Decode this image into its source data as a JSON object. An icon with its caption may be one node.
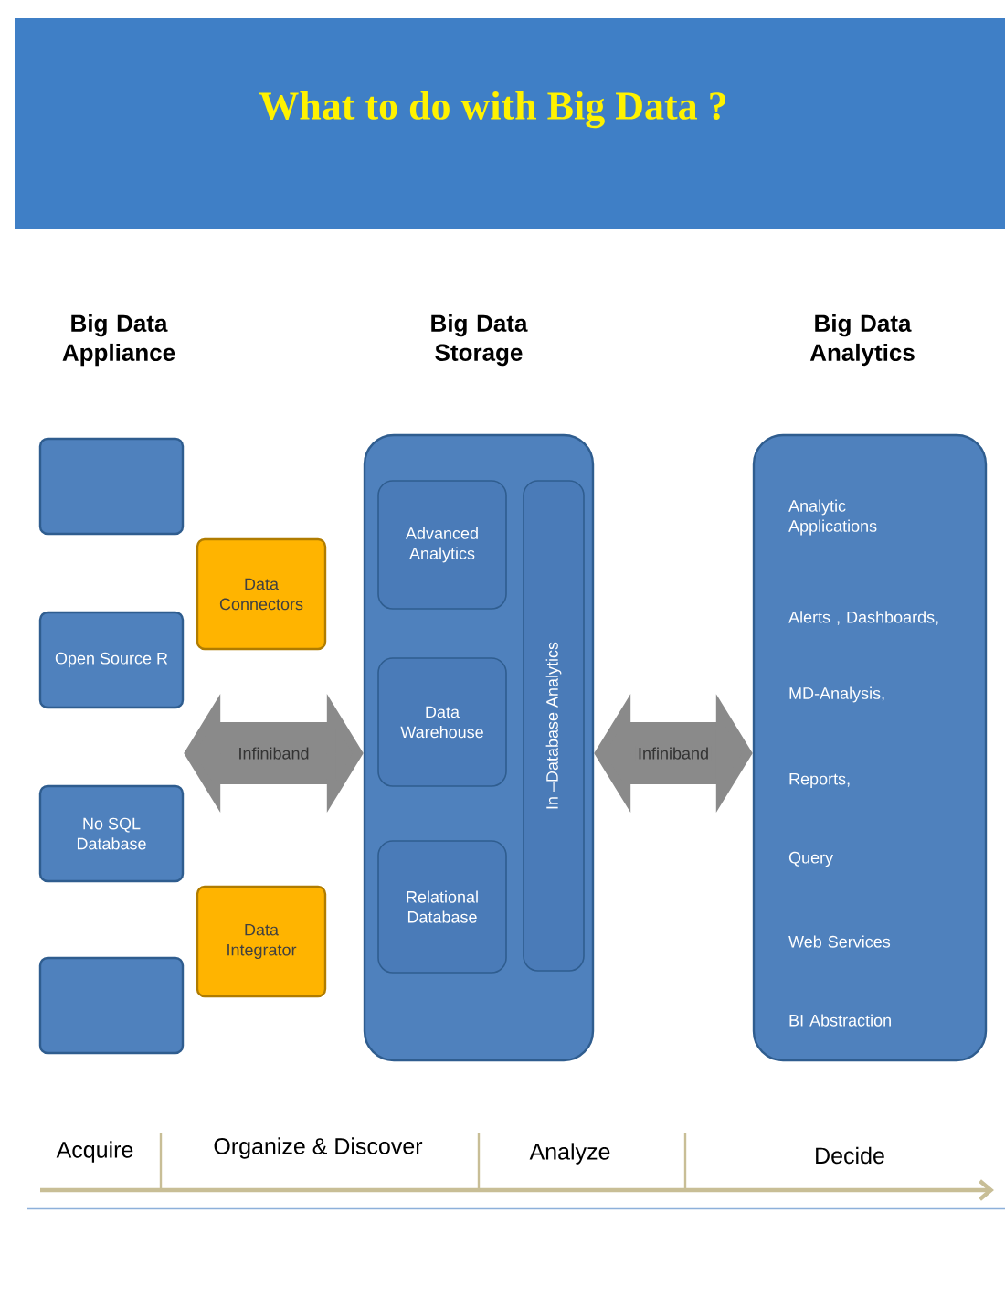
{
  "diagram": {
    "title": "What to do with Big Data ?",
    "nodes": [
      {
        "text": [],
        "shape": "box"
      },
      {
        "text": [
          "Open Source R"
        ]
      },
      {
        "text": [
          "No SQL Database"
        ]
      },
      {
        "text": [],
        "shape": "box"
      },
      {
        "text": [
          "Data Connectors"
        ]
      },
      {
        "text": [
          "Data Integrator"
        ]
      },
      {
        "text": [
          "Big Data Storage"
        ]
      },
      {
        "text": [
          "Advanced Analytics"
        ],
        "in": 6
      },
      {
        "text": [
          "Data Warehouse"
        ],
        "in": 6
      },
      {
        "text": [
          "Relational Database"
        ],
        "in": 6
      },
      {
        "text": [
          "In –Database Analytics"
        ],
        "in": 6
      },
      {
        "text": [
          "Big Data Analytics",
          "Analytic Applications",
          "Alerts , Dashboards,",
          "MD-Analysis,",
          "Reports,",
          "Query",
          "Web Services",
          "BI Abstraction"
        ]
      }
    ],
    "edges": [
      {
        "from": 1,
        "to": 6,
        "arrow": "both",
        "label": "Infiniband"
      },
      {
        "from": 6,
        "to": 11,
        "arrow": "both",
        "label": "Infiniband"
      }
    ],
    "labels": [
      "Big Data Appliance",
      "Acquire",
      "Organize & Discover",
      "Analyze",
      "Decide"
    ]
  }
}
